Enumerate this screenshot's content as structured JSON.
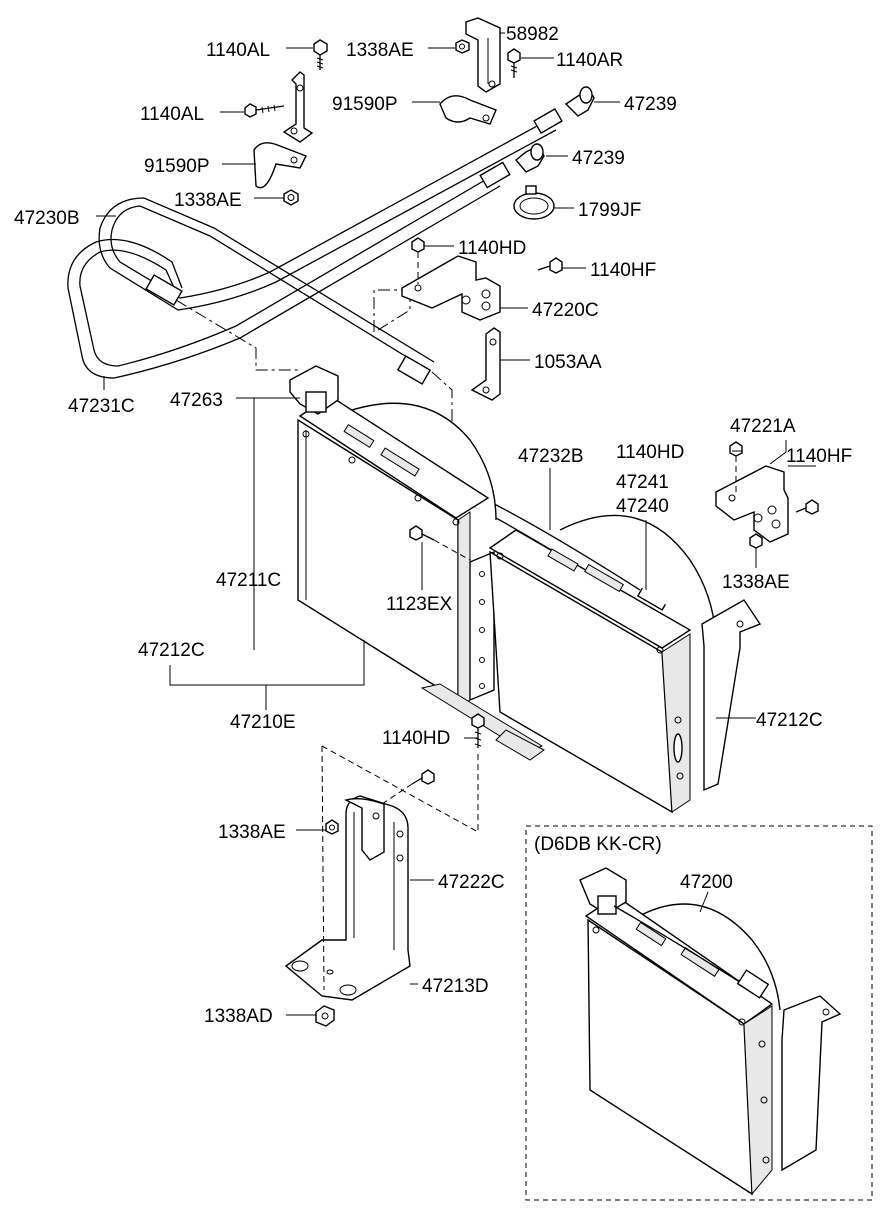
{
  "diagram": {
    "inset_title": "(D6DB KK-CR)",
    "parts": [
      {
        "id": "p01",
        "label": "1140AL"
      },
      {
        "id": "p02",
        "label": "1338AE"
      },
      {
        "id": "p03",
        "label": "58982"
      },
      {
        "id": "p04",
        "label": "1140AR"
      },
      {
        "id": "p05",
        "label": "1140AL"
      },
      {
        "id": "p06",
        "label": "91590P"
      },
      {
        "id": "p07",
        "label": "47239"
      },
      {
        "id": "p08",
        "label": "47239"
      },
      {
        "id": "p09",
        "label": "91590P"
      },
      {
        "id": "p10",
        "label": "1338AE"
      },
      {
        "id": "p11",
        "label": "1799JF"
      },
      {
        "id": "p12",
        "label": "47230B"
      },
      {
        "id": "p13",
        "label": "1140HD"
      },
      {
        "id": "p14",
        "label": "1140HF"
      },
      {
        "id": "p15",
        "label": "47220C"
      },
      {
        "id": "p16",
        "label": "1053AA"
      },
      {
        "id": "p17",
        "label": "47231C"
      },
      {
        "id": "p18",
        "label": "47263"
      },
      {
        "id": "p19",
        "label": "47221A"
      },
      {
        "id": "p20",
        "label": "1140HD"
      },
      {
        "id": "p21",
        "label": "47232B"
      },
      {
        "id": "p22",
        "label": "1140HF"
      },
      {
        "id": "p23",
        "label": "47241"
      },
      {
        "id": "p24",
        "label": "47240"
      },
      {
        "id": "p25",
        "label": "1338AE"
      },
      {
        "id": "p26",
        "label": "47211C"
      },
      {
        "id": "p27",
        "label": "1123EX"
      },
      {
        "id": "p28",
        "label": "47212C"
      },
      {
        "id": "p29",
        "label": "47212C"
      },
      {
        "id": "p30",
        "label": "47210E"
      },
      {
        "id": "p31",
        "label": "1140HD"
      },
      {
        "id": "p32",
        "label": "1338AE"
      },
      {
        "id": "p33",
        "label": "47222C"
      },
      {
        "id": "p34",
        "label": "47213D"
      },
      {
        "id": "p35",
        "label": "1338AD"
      },
      {
        "id": "p36",
        "label": "47200"
      }
    ]
  }
}
